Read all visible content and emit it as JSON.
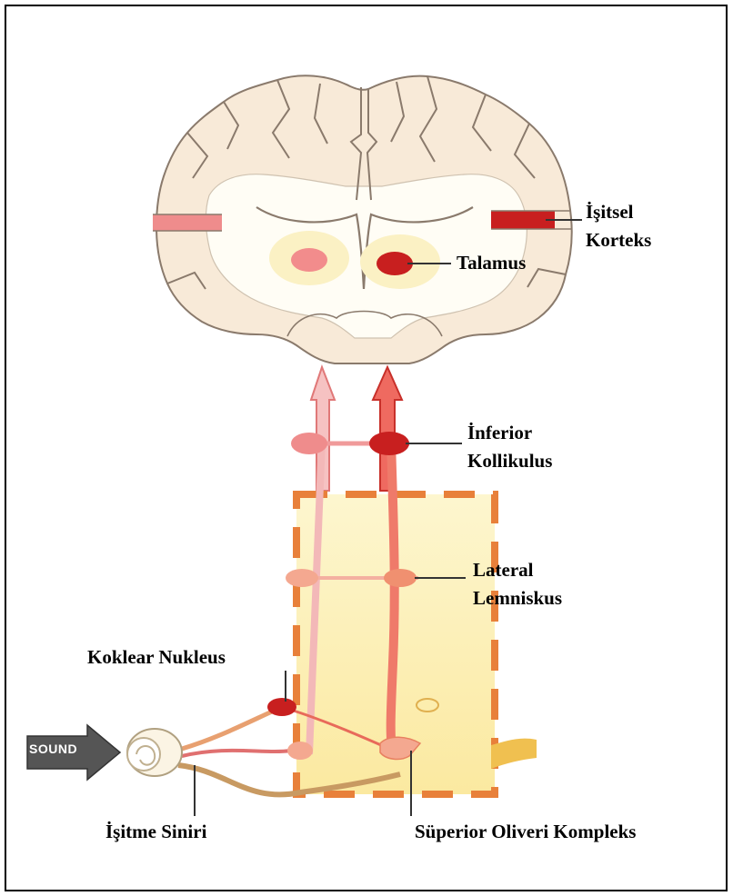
{
  "labels": {
    "isitsel_korteks": [
      "İşitsel",
      "Korteks"
    ],
    "talamus": "Talamus",
    "inferior_kollikulus": [
      "İnferior",
      "Kollikulus"
    ],
    "lateral_lemniskus": [
      "Lateral",
      "Lemniskus"
    ],
    "koklear_nukleus": "Koklear Nukleus",
    "isitme_siniri": "İşitme Siniri",
    "superior_oliveri_kompleks": "Süperior Oliveri Kompleks",
    "sound": "SOUND"
  },
  "icons": [
    "brain-coronal-section",
    "ascending-arrow-icon",
    "ear-cochlea-icon",
    "sound-arrow-icon"
  ],
  "colors": {
    "tissue_fill": "#f8ead8",
    "tissue_outline": "#8a7a6c",
    "pathway_dark": "#d8302a",
    "pathway_light": "#ef8c8c",
    "brainstem_box": "#fdf3b8",
    "box_border": "#e8803a"
  }
}
